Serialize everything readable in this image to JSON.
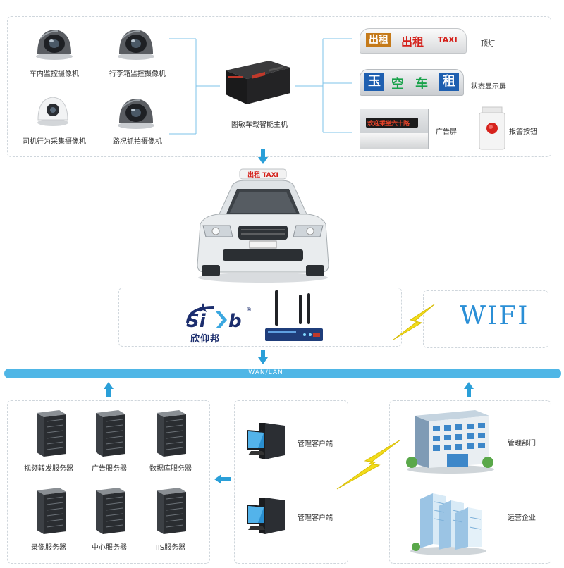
{
  "devices": {
    "cam_in_car": "车内监控摄像机",
    "cam_trunk": "行李箱监控摄像机",
    "cam_driver": "司机行为采集摄像机",
    "cam_road": "路况抓拍摄像机",
    "host": "图敏车载智能主机",
    "top_light": "顶灯",
    "status_screen": "状态显示屏",
    "ad_screen": "广告屏",
    "alarm_button": "报警按钮"
  },
  "signs": {
    "top_light_text1": "出租",
    "top_light_text2": "出租",
    "top_light_taxi": "TAXI",
    "status_chars": [
      "玉",
      "空",
      "车",
      "租"
    ],
    "ad_led_text": "欢迎乘坐六十路",
    "car_roof_sign": "出租 TAXI"
  },
  "network": {
    "brand_mark": "SiYb",
    "brand_name": "欣仰邦",
    "wifi": "WIFI",
    "bus_label": "WAN/LAN"
  },
  "servers": [
    "视频转发服务器",
    "广告服务器",
    "数据库服务器",
    "录像服务器",
    "中心服务器",
    "IIS服务器"
  ],
  "clients": [
    "管理客户端",
    "管理客户端"
  ],
  "orgs": [
    "管理部门",
    "运营企业"
  ],
  "colors": {
    "accent_blue": "#2a9fd8",
    "bus_blue": "#4fb6e6",
    "lightning_yellow": "#f2dc1a",
    "wifi_blue": "#2b8fd6",
    "brand_navy": "#1c2e6e"
  }
}
